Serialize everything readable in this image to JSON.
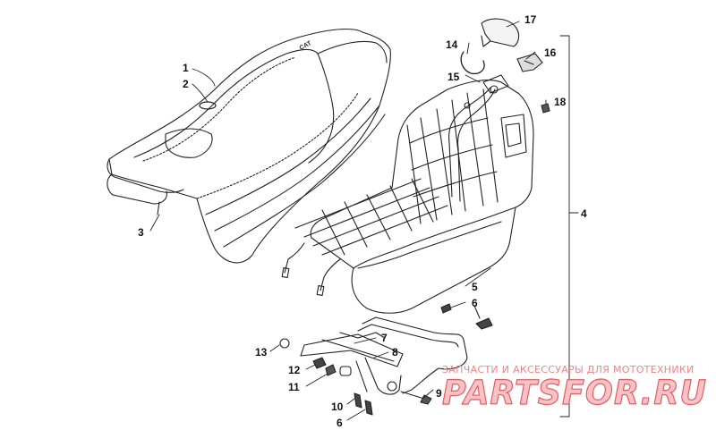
{
  "callouts": {
    "c1": "1",
    "c2": "2",
    "c3": "3",
    "c4": "4",
    "c5": "5",
    "c6a": "6",
    "c6b": "6",
    "c7": "7",
    "c8": "8",
    "c9": "9",
    "c10": "10",
    "c11": "11",
    "c12": "12",
    "c13": "13",
    "c14": "14",
    "c15": "15",
    "c16": "16",
    "c17": "17",
    "c18": "18"
  },
  "seat_logo_text": "CAT",
  "watermark": {
    "tagline": "ЗАПЧАСТИ И АКСЕССУАРЫ ДЛЯ МОТОТЕХНИКИ",
    "logo": "PARTSFOR.RU"
  },
  "colors": {
    "line": "#222222",
    "watermark_fill": "#f6c4c6",
    "watermark_stroke": "#e65a62"
  }
}
